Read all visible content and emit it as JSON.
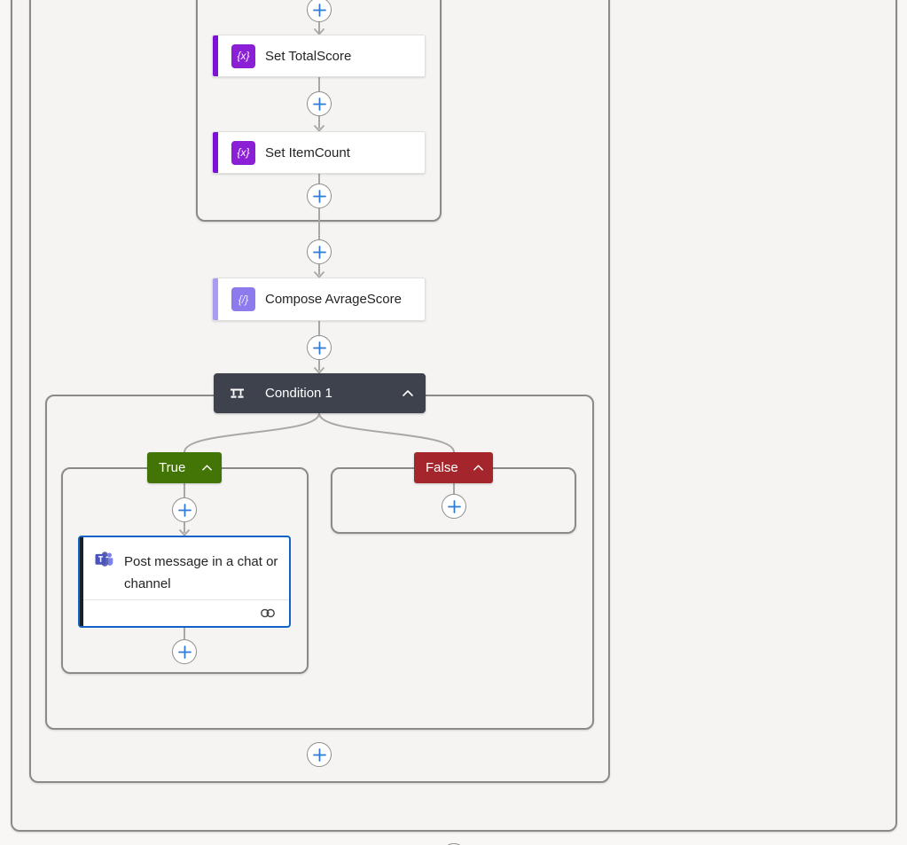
{
  "app": "flow-designer-canvas",
  "colors": {
    "canvas_bg": "#f5f4f2",
    "container_border": "#8c8a88",
    "connector_line": "#a9a7a5",
    "plus_icon": "#2e7ad6",
    "variable_accent": "#7c11d4",
    "variable_icon_bg": "#8a1fd6",
    "compose_accent": "#a89bf0",
    "compose_icon_bg": "#8d7bee",
    "condition_header_bg": "#3d424d",
    "true_bg": "#427505",
    "false_bg": "#A4262C",
    "selected_card_border": "#1163c6"
  },
  "flow": {
    "variables_scope": {
      "actions": [
        {
          "id": "set_total_score",
          "label": "Set TotalScore",
          "icon_glyph": "{x}"
        },
        {
          "id": "set_item_count",
          "label": "Set ItemCount",
          "icon_glyph": "{x}"
        }
      ]
    },
    "compose": {
      "label": "Compose AvrageScore",
      "icon_glyph": "{/}"
    },
    "condition": {
      "label": "Condition 1",
      "true_branch": {
        "label": "True"
      },
      "false_branch": {
        "label": "False"
      },
      "teams_action": {
        "label": "Post message in a chat or channel"
      }
    }
  }
}
